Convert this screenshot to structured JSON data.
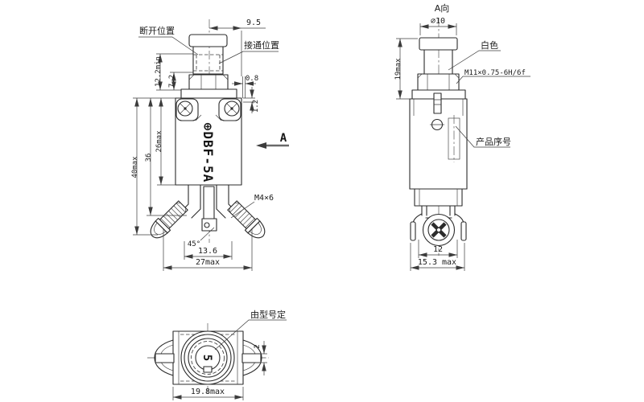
{
  "front_view": {
    "labels": {
      "off_position": "断开位置",
      "on_position": "接通位置",
      "logo": "⊕DBF-5A",
      "terminal_screw_spec": "M4×6",
      "section_arrow": "A"
    },
    "dimensions": {
      "button_offset": "9.5",
      "button_travel": "12.2min",
      "nut_stack_height": "7.2",
      "panel_step_width": "0.8",
      "panel_step_height": "1.2",
      "body_height": "26max",
      "terminal_height": "36",
      "overall_height": "40max",
      "screw_angle": "45°",
      "terminal_span": "13.6",
      "overall_width": "27max"
    }
  },
  "side_view": {
    "title": "A向",
    "labels": {
      "button_color": "白色",
      "thread_spec": "M11×0.75-6H/6f",
      "serial_number": "产品序号"
    },
    "dimensions": {
      "button_diameter": "∅10",
      "button_height": "19max",
      "terminal_span": "12",
      "overall_depth": "15.3 max"
    }
  },
  "bottom_view": {
    "labels": {
      "rating_marking": "5",
      "rating_note": "由型号定"
    },
    "dimensions": {
      "tab_thickness": "2",
      "overall_width": "19.8max"
    }
  }
}
